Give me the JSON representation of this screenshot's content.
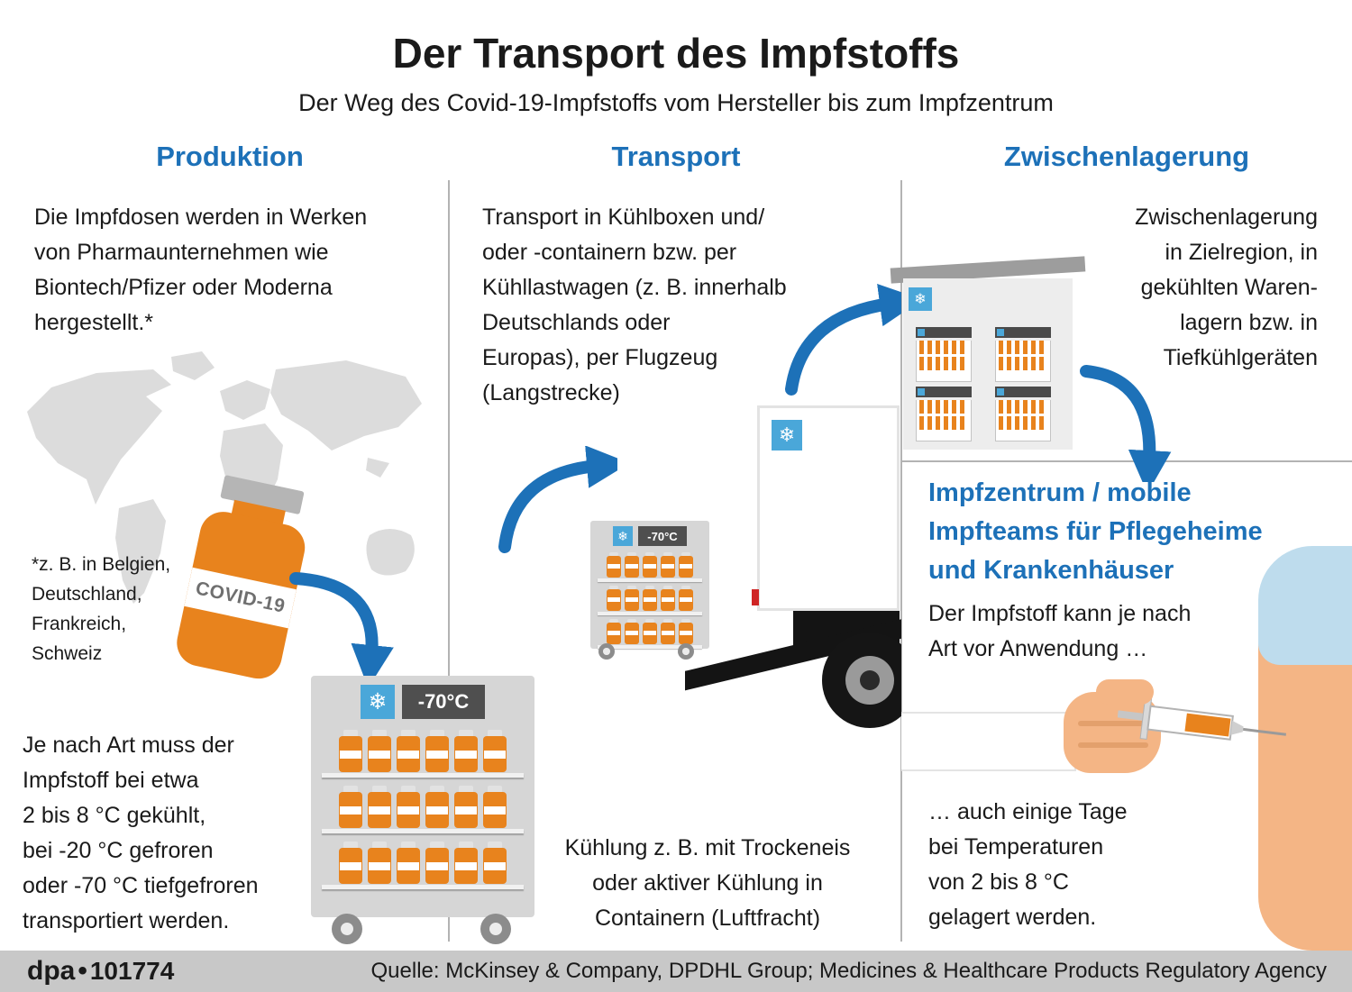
{
  "header": {
    "title": "Der Transport des Impfstoffs",
    "subtitle": "Der Weg des Covid-19-Impfstoffs vom Hersteller bis zum Impfzentrum"
  },
  "columns": {
    "produktion": {
      "heading": "Produktion",
      "intro": "Die Impfdosen werden in Werken\nvon Pharmaunternehmen wie\nBiontech/Pfizer oder Moderna\nhergestellt.*",
      "footnote": "*z. B. in Belgien,\nDeutschland,\nFrankreich,\nSchweiz",
      "vial_label": "COVID-19",
      "cooling_text": "Je nach Art muss der\nImpfstoff bei etwa\n2 bis 8 °C gekühlt,\nbei -20 °C gefroren\noder -70 °C tiefgefroren\ntransportiert werden.",
      "freezer_temp": "-70°C"
    },
    "transport": {
      "heading": "Transport",
      "intro": "Transport in Kühlboxen und/\noder -containern bzw. per\nKühllastwagen (z. B. innerhalb\nDeutschlands oder\nEuropas), per Flugzeug\n(Langstrecke)",
      "container_temp": "-70°C",
      "cooling_note": "Kühlung z. B. mit Trockeneis\noder aktiver Kühlung in\nContainern (Luftfracht)"
    },
    "zwischenlagerung": {
      "heading": "Zwischenlagerung",
      "intro": "Zwischenlagerung\nin Zielregion, in\ngekühlten Waren-\nlagern bzw. in\nTiefkühlgeräten",
      "subheading": "Impfzentrum / mobile\nImpfteams für Pflegeheime\nund Krankenhäuser",
      "usage_intro": "Der Impfstoff kann je nach\nArt vor Anwendung …",
      "usage_note": "… auch einige Tage\nbei Temperaturen\nvon 2 bis 8 °C\ngelagert werden."
    }
  },
  "icons": {
    "snowflake": "❄"
  },
  "colors": {
    "accent_blue": "#1d71b8",
    "snowflake_blue": "#4aa7d9",
    "vial_orange": "#e8831d",
    "footer_gray": "#c8c8c8"
  },
  "footer": {
    "brand": "dpa",
    "separator": "•",
    "figure_id": "101774",
    "source": "Quelle: McKinsey & Company, DPDHL Group; Medicines & Healthcare Products Regulatory Agency"
  }
}
